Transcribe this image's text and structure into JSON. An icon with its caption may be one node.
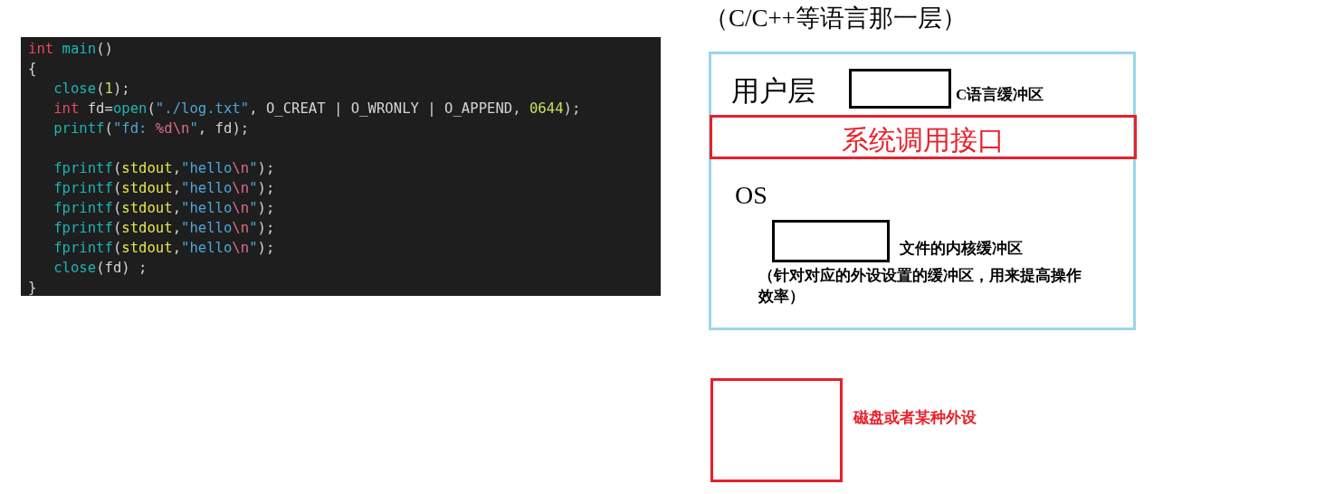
{
  "diagram": {
    "title": "（C/C++等语言那一层）",
    "nodes": [
      {
        "text": [
          "int main()",
          "{",
          "   close(1);",
          "   int fd=open(\"./log.txt\", O_CREAT | O_WRONLY | O_APPEND, 0644);",
          "   printf(\"fd: %d\\n\", fd);",
          "   fprintf(stdout,\"hello\\n\");",
          "   fprintf(stdout,\"hello\\n\");",
          "   fprintf(stdout,\"hello\\n\");",
          "   fprintf(stdout,\"hello\\n\");",
          "   fprintf(stdout,\"hello\\n\");",
          "   close(fd) ;",
          "}"
        ]
      },
      {
        "text": [
          "用户层",
          "OS"
        ]
      },
      {
        "text": [],
        "shape": "box",
        "in": 1,
        "beside": [
          "C语言缓冲区"
        ]
      },
      {
        "text": [
          "系统调用接口"
        ],
        "in": 1
      },
      {
        "text": [],
        "shape": "box",
        "in": 1,
        "beside": [
          "文件的内核缓冲区",
          "（针对对应的外设设置的缓冲区，用来提高操作效率）"
        ]
      },
      {
        "text": [],
        "shape": "box",
        "beside": [
          "磁盘或者某种外设"
        ]
      }
    ]
  }
}
